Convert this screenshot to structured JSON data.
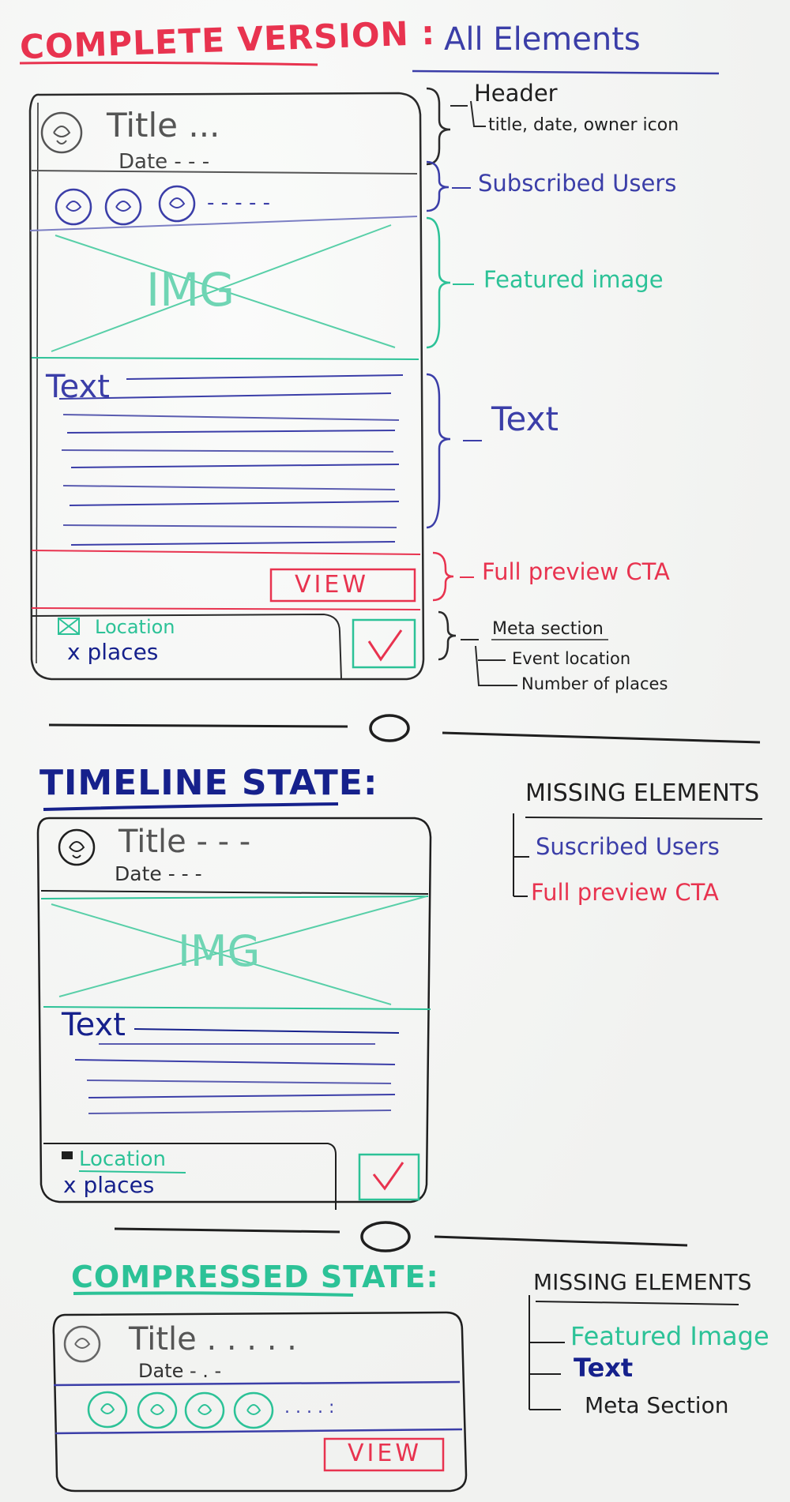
{
  "colors": {
    "red": "#e8334f",
    "blue": "#3b3ea8",
    "navy": "#16218c",
    "green": "#2cc297",
    "black": "#1f1f1f",
    "gray": "#6d6d6d"
  },
  "section_complete": {
    "heading": "COMPLETE VERSION :",
    "right_title": "All Elements",
    "card": {
      "title": "Title ...",
      "date": "Date - - -",
      "users_dots": "- - - - -",
      "image_text": "IMG",
      "text_label": "Text",
      "view_button": "VIEW",
      "location": "Location",
      "places": "x places"
    },
    "annotations": {
      "header": "Header",
      "header_sub": "title, date, owner icon",
      "subscribed": "Subscribed Users",
      "featured": "Featured image",
      "text": "Text",
      "cta": "Full preview CTA",
      "meta": "Meta section",
      "meta_location": "Event location",
      "meta_places": "Number of places"
    }
  },
  "section_timeline": {
    "heading": "TIMELINE STATE:",
    "missing_title": "MISSING ELEMENTS",
    "missing_items": [
      "Suscribed Users",
      "Full preview CTA"
    ],
    "card": {
      "title": "Title - - -",
      "date": "Date - - -",
      "image_text": "IMG",
      "text_label": "Text",
      "location": "Location",
      "places": "x places"
    }
  },
  "section_compressed": {
    "heading": "COMPRESSED STATE:",
    "missing_title": "MISSING ELEMENTS",
    "missing_items": [
      "Featured Image",
      "Text",
      "Meta Section"
    ],
    "card": {
      "title": "Title . . . . .",
      "date": "Date - . -",
      "users_dots": ". . . . :",
      "view_button": "VIEW"
    }
  }
}
